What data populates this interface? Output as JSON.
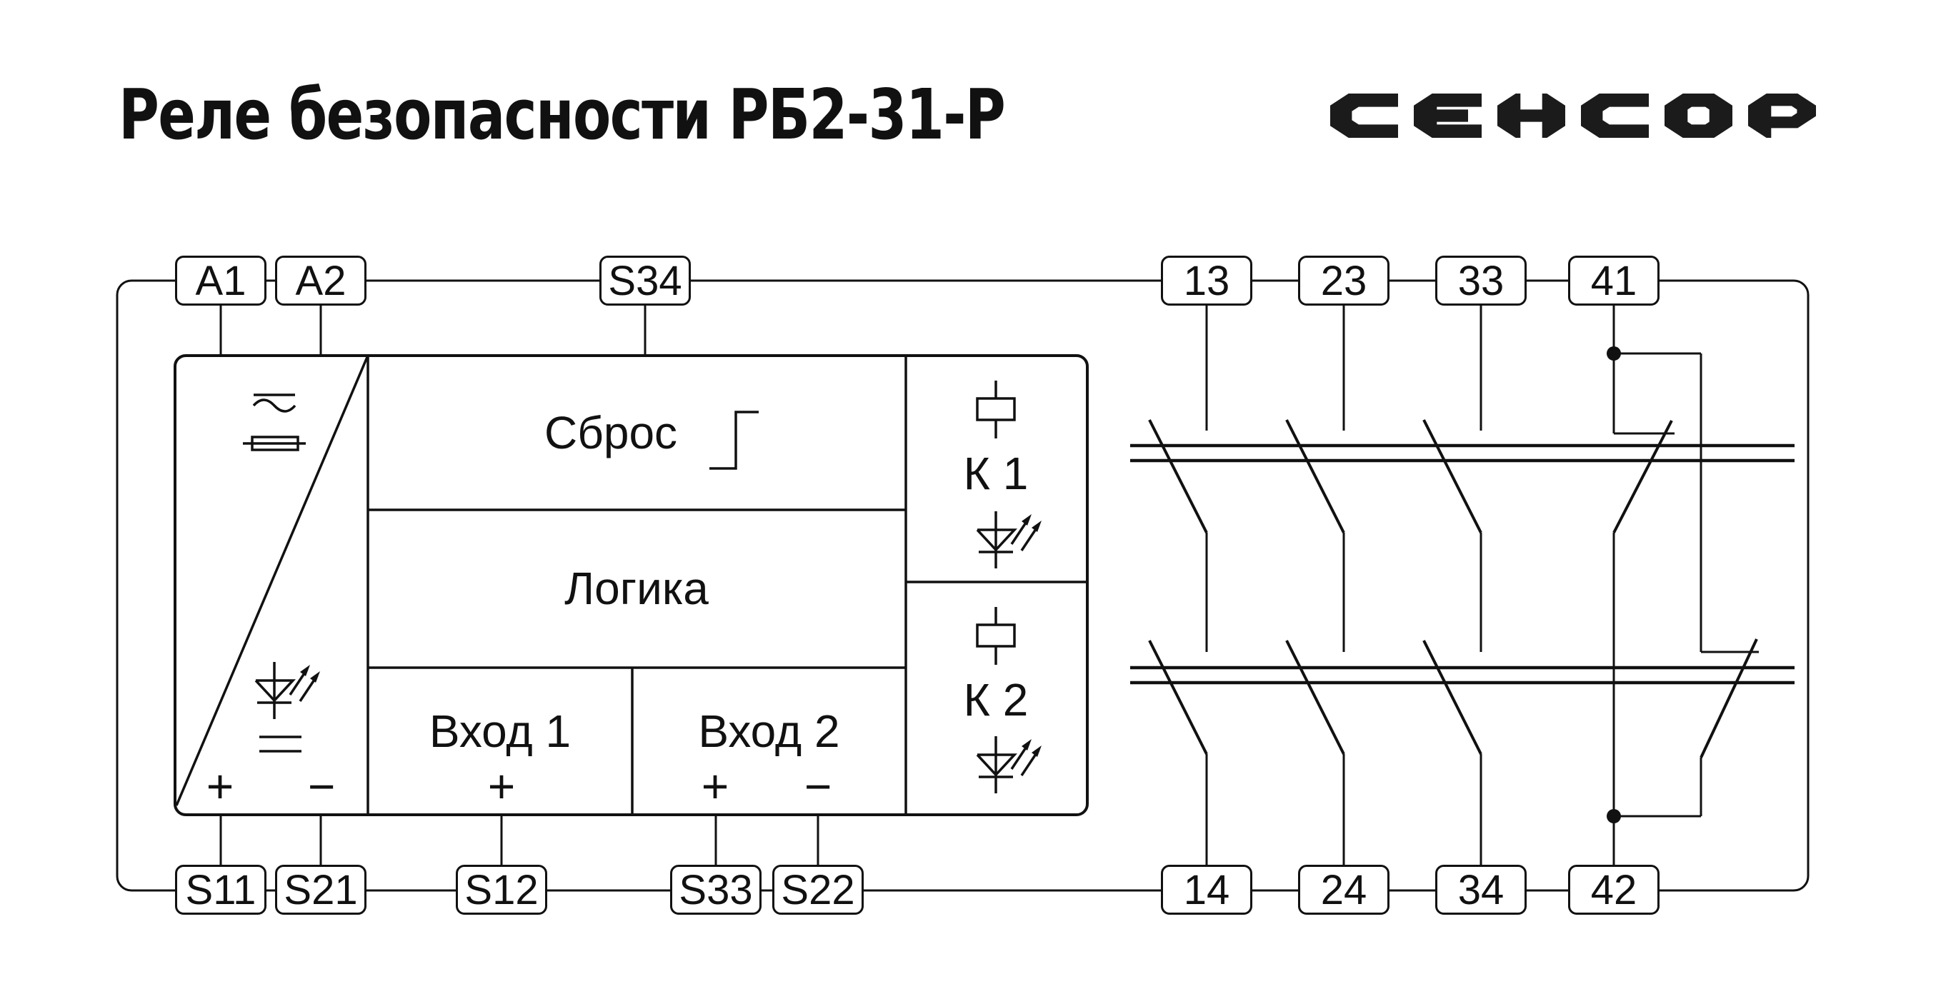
{
  "header": {
    "title": "Реле безопасности РБ2-31-Р",
    "logo_text": "СЕНСОР"
  },
  "terminals": {
    "top": [
      "A1",
      "A2",
      "S34",
      "13",
      "23",
      "33",
      "41"
    ],
    "bottom": [
      "S11",
      "S21",
      "S12",
      "S33",
      "S22",
      "14",
      "24",
      "34",
      "42"
    ]
  },
  "device": {
    "reset_label": "Сброс",
    "logic_label": "Логика",
    "input1_label": "Вход 1",
    "input2_label": "Вход 2",
    "relay1_label": "К 1",
    "relay2_label": "К 2",
    "power_plus": "+",
    "power_minus": "−",
    "input1_plus": "+",
    "input2_plus": "+",
    "input2_minus": "−"
  },
  "icons": {
    "power": [
      "ac-icon",
      "fuse-icon",
      "led-icon",
      "dc-icon"
    ],
    "reset": "rising-edge-icon",
    "relays": [
      "relay-coil-icon",
      "led-icon"
    ],
    "contacts": [
      "mechanical-link-bars",
      "junction-dot"
    ]
  },
  "colors": {
    "line": "#111111",
    "background": "#ffffff"
  }
}
